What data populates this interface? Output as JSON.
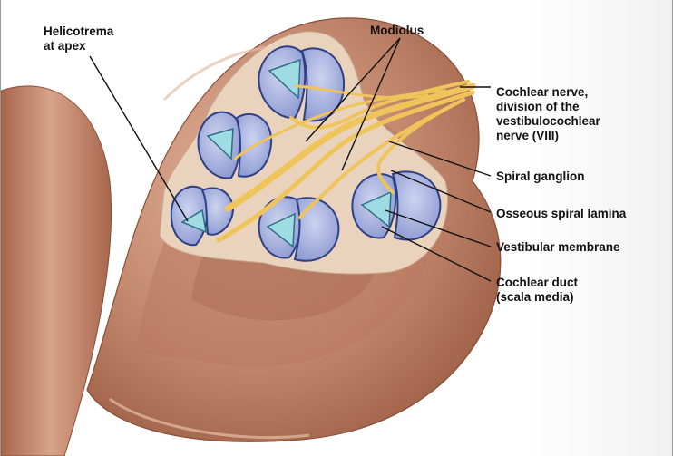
{
  "figure": {
    "labels": {
      "helicotrema": [
        "Helicotrema",
        "at apex"
      ],
      "modiolus": [
        "Modiolus"
      ],
      "cochlear_nerve": [
        "Cochlear nerve,",
        "division of the",
        "vestibulocochlear",
        "nerve (VIII)"
      ],
      "spiral_ganglion": [
        "Spiral ganglion"
      ],
      "osseous_spiral_lamina": [
        "Osseous spiral lamina"
      ],
      "vestibular_membrane": [
        "Vestibular membrane"
      ],
      "cochlear_duct": [
        "Cochlear duct",
        "(scala media)"
      ]
    },
    "colors": {
      "bone_shell": "#c48a70",
      "bone_shell_dark": "#9c5e45",
      "cut_surface": "#ead3bd",
      "scala_chamber": "#aeb8e0",
      "scala_outline": "#2e3f86",
      "cochlear_duct": "#9fdbe3",
      "nerve": "#efc45a",
      "leader_line": "#111111"
    }
  }
}
